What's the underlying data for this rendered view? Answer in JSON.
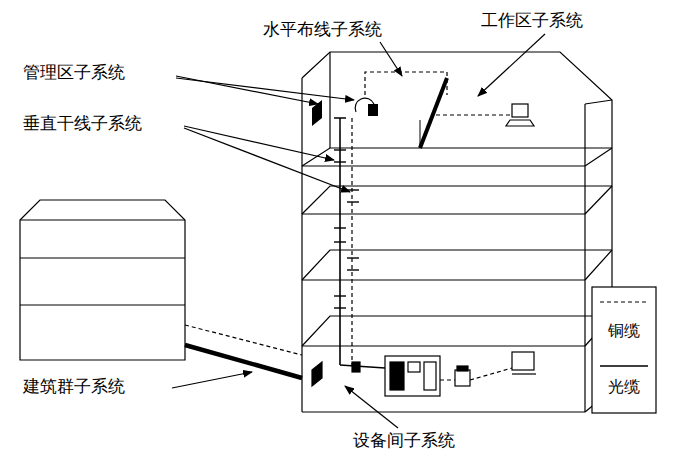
{
  "diagram": {
    "labels": [
      "水平布线子系统",
      "工作区子系统",
      "管理区子系统",
      "垂直干线子系统",
      "建筑群子系统",
      "设备间子系统"
    ],
    "legend": [
      {
        "text": "铜缆"
      },
      {
        "text": "光缆"
      }
    ]
  }
}
